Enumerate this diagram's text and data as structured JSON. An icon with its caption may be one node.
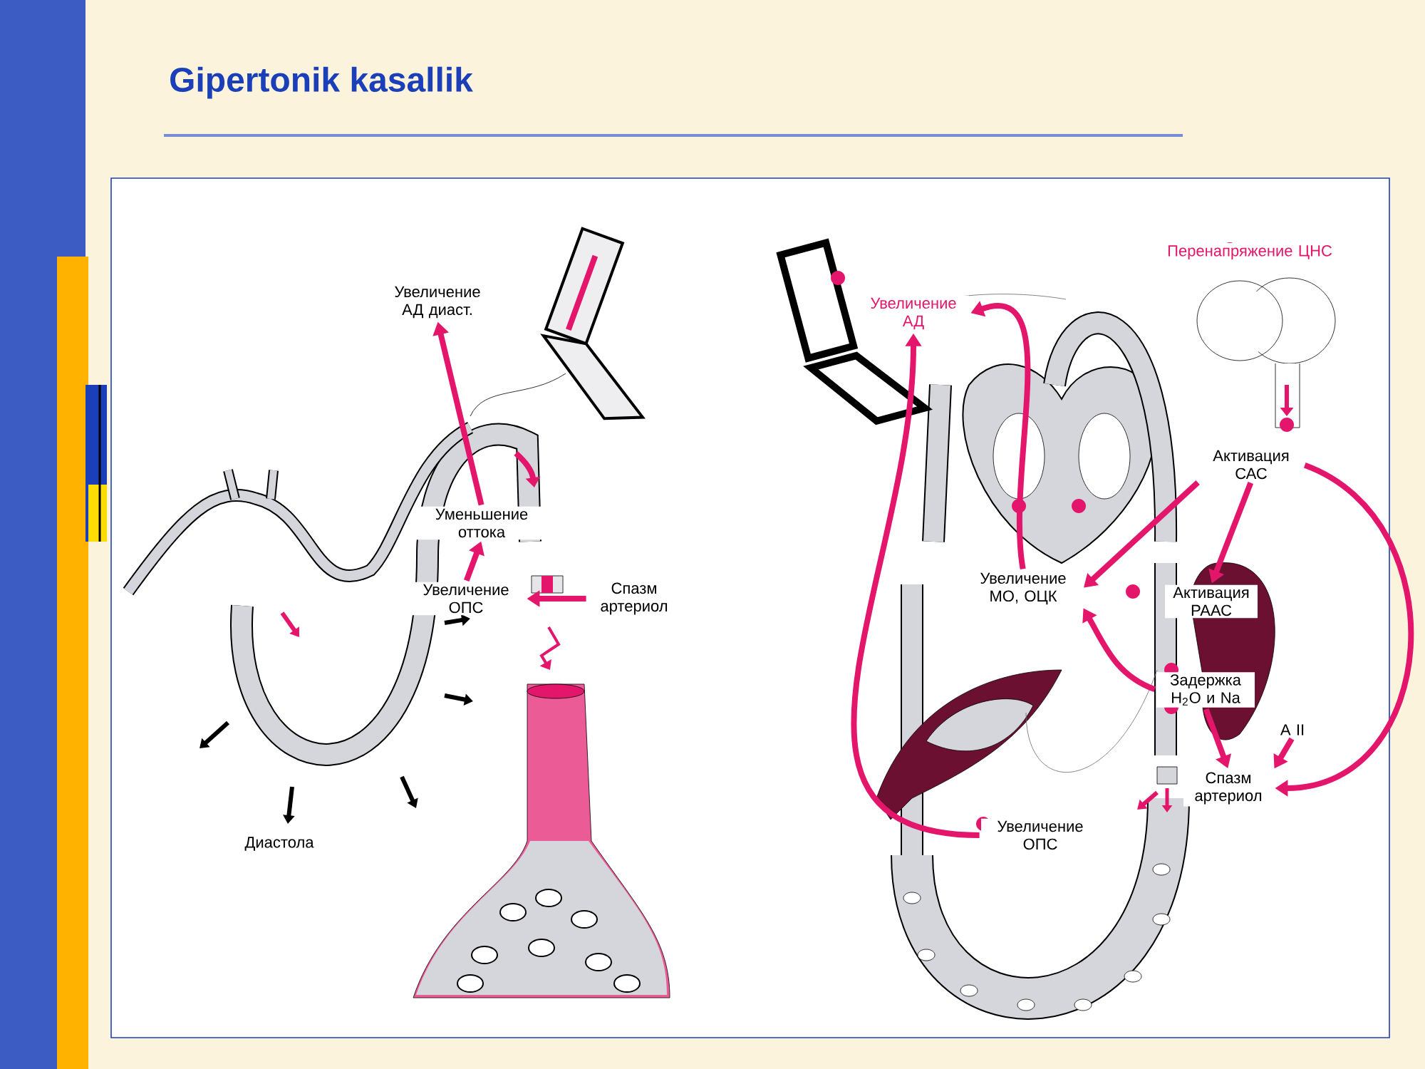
{
  "diagram": {
    "title": "Gipertonik kasallik",
    "nodes": [
      {
        "text": [
          "Увеличение АД диаст."
        ]
      },
      {
        "text": [
          "Уменьшение оттока"
        ]
      },
      {
        "text": [
          "Увеличение ОПС"
        ]
      },
      {
        "text": [
          "Спазм артериол"
        ]
      },
      {
        "text": [
          "Диастола"
        ]
      },
      {
        "text": [
          "Перенапряжение ЦНС"
        ]
      },
      {
        "text": [
          "Увеличение АД"
        ]
      },
      {
        "text": [
          "Активация САС"
        ]
      },
      {
        "text": [
          "Увеличение МО, ОЦК"
        ]
      },
      {
        "text": [
          "Активация РААС"
        ]
      },
      {
        "text": [
          "Задержка H$_{2}$O и Na"
        ]
      },
      {
        "text": [
          "A II"
        ]
      },
      {
        "text": [
          "Спазм артериол"
        ]
      },
      {
        "text": [
          "Увеличение ОПС"
        ]
      }
    ],
    "edges": [
      {
        "from": 1,
        "to": 0,
        "arrow": "to"
      },
      {
        "from": 2,
        "to": 1,
        "arrow": "to"
      },
      {
        "from": 3,
        "to": 2,
        "arrow": "to"
      },
      {
        "from": 8,
        "to": 6,
        "arrow": "to"
      },
      {
        "from": 13,
        "to": 6,
        "arrow": "to"
      },
      {
        "from": 7,
        "to": 8,
        "arrow": "to"
      },
      {
        "from": 10,
        "to": 8,
        "arrow": "to"
      },
      {
        "from": 7,
        "to": 9,
        "arrow": "to"
      },
      {
        "from": 7,
        "to": 12,
        "arrow": "to"
      },
      {
        "from": 11,
        "to": 12,
        "arrow": "to"
      },
      {
        "from": 10,
        "to": 12,
        "arrow": "to"
      }
    ]
  }
}
